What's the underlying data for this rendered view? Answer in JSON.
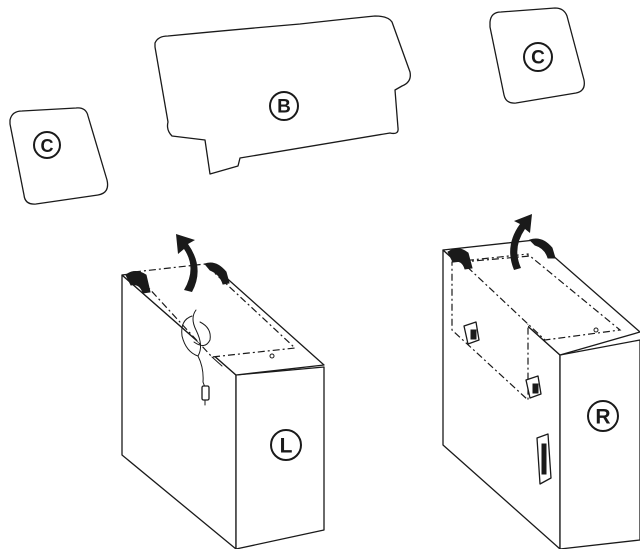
{
  "labels": {
    "panel_b": "B",
    "panel_c_left": "C",
    "panel_c_right": "C",
    "box_left": "L",
    "box_right": "R"
  },
  "colors": {
    "line": "#1a1a1a",
    "background": "#ffffff"
  },
  "icons": [
    "open-arrow-icon",
    "power-cable-icon",
    "handle-icon",
    "tape-strip-icon"
  ]
}
